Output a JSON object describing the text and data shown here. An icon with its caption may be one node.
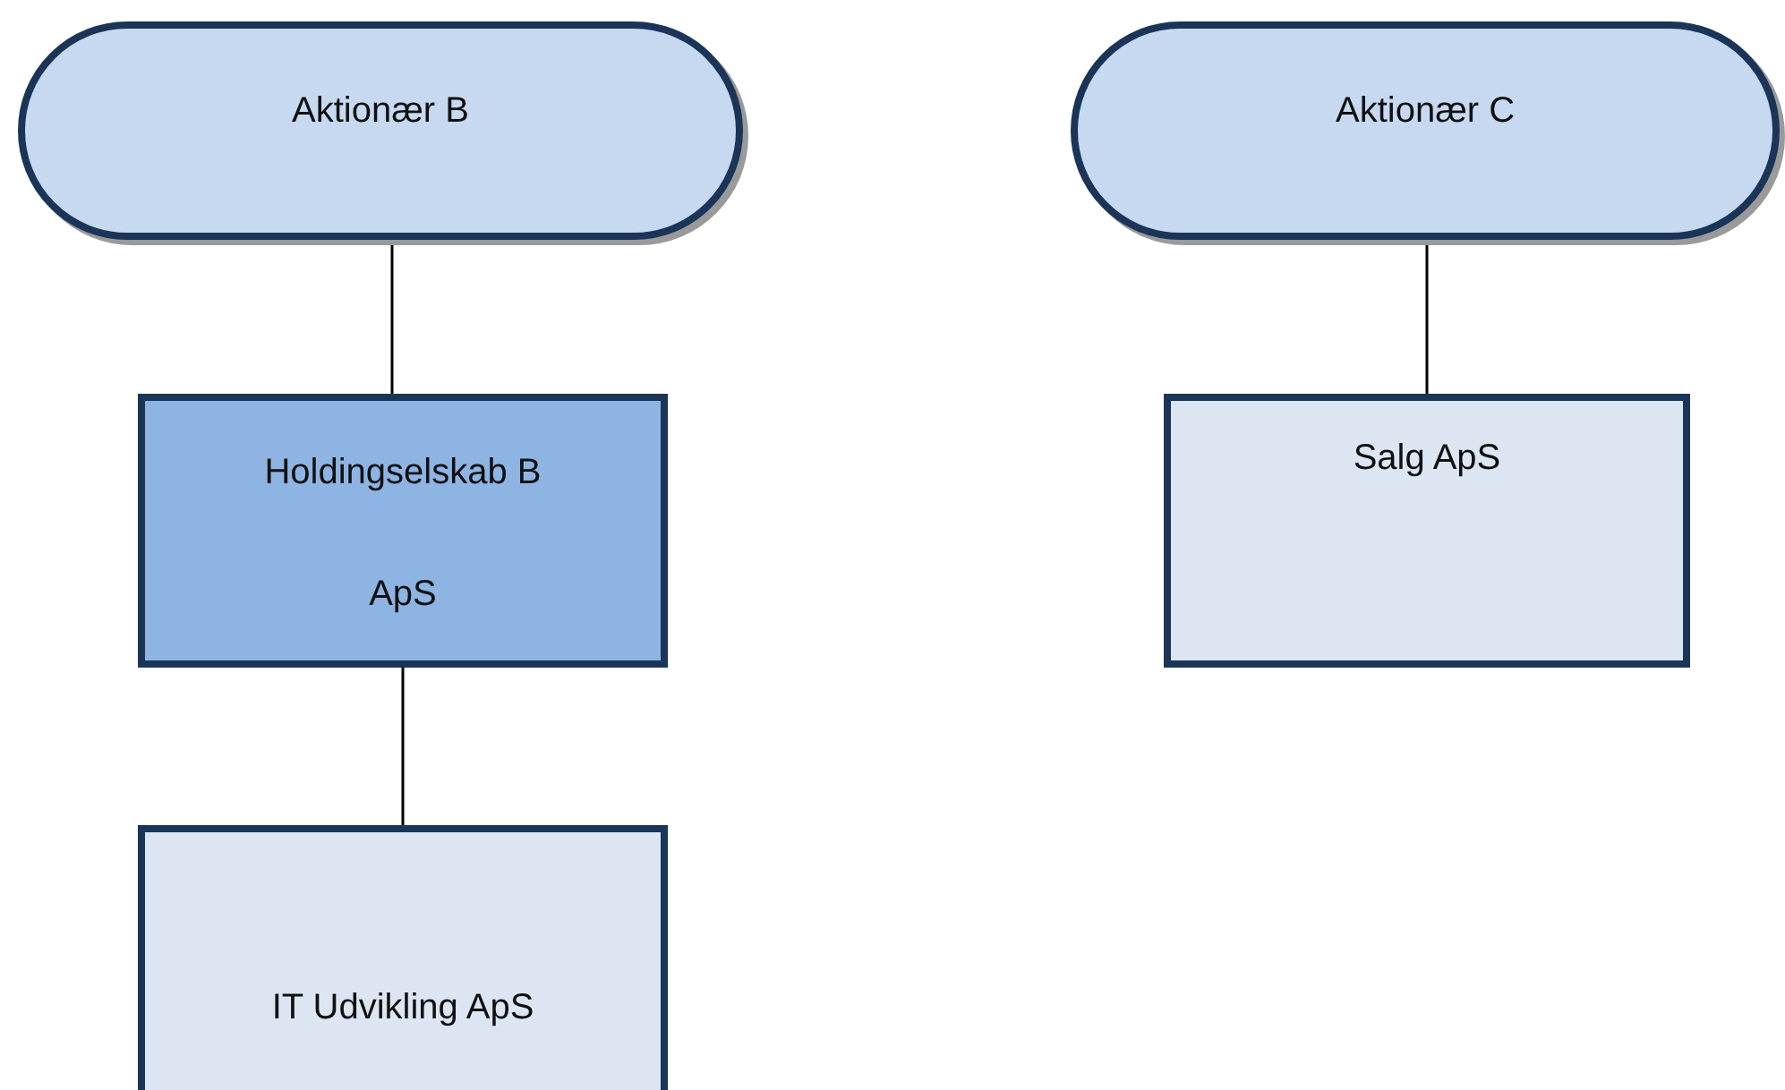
{
  "diagram": {
    "nodes": [
      {
        "text": [
          "Aktionær B"
        ]
      },
      {
        "text": [
          "Aktionær C"
        ]
      },
      {
        "text": [
          "Holdingselskab B ApS"
        ]
      },
      {
        "text": [
          "Salg ApS"
        ]
      },
      {
        "text": [
          "IT Udvikling ApS"
        ]
      }
    ],
    "edges": [
      {
        "from": 0,
        "to": 2,
        "arrow": "none"
      },
      {
        "from": 2,
        "to": 4,
        "arrow": "none"
      },
      {
        "from": 1,
        "to": 3,
        "arrow": "none"
      }
    ]
  }
}
